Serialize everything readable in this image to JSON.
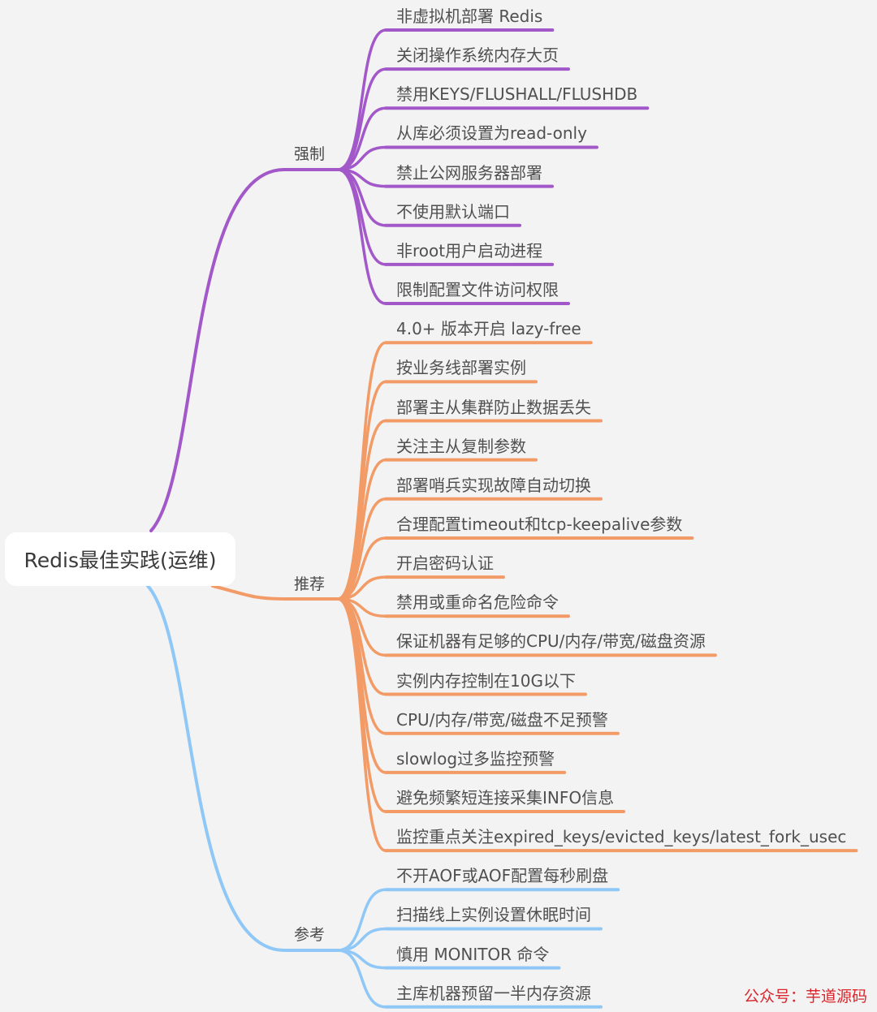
{
  "root": {
    "label": "Redis最佳实践(运维)"
  },
  "colors": {
    "mandatory": "#a358c9",
    "recommended": "#f29b66",
    "reference": "#8fc8f6",
    "background": "#f3f3f3",
    "watermark": "#d8262c"
  },
  "branches": [
    {
      "key": "mandatory",
      "label": "强制",
      "items": [
        "非虚拟机部署 Redis",
        "关闭操作系统内存大页",
        "禁用KEYS/FLUSHALL/FLUSHDB",
        "从库必须设置为read-only",
        "禁止公网服务器部署",
        "不使用默认端口",
        "非root用户启动进程",
        "限制配置文件访问权限"
      ]
    },
    {
      "key": "recommended",
      "label": "推荐",
      "items": [
        "4.0+ 版本开启 lazy-free",
        "按业务线部署实例",
        "部署主从集群防止数据丢失",
        "关注主从复制参数",
        "部署哨兵实现故障自动切换",
        "合理配置timeout和tcp-keepalive参数",
        "开启密码认证",
        "禁用或重命名危险命令",
        "保证机器有足够的CPU/内存/带宽/磁盘资源",
        "实例内存控制在10G以下",
        "CPU/内存/带宽/磁盘不足预警",
        "slowlog过多监控预警",
        "避免频繁短连接采集INFO信息",
        "监控重点关注expired_keys/evicted_keys/latest_fork_usec"
      ]
    },
    {
      "key": "reference",
      "label": "参考",
      "items": [
        "不开AOF或AOF配置每秒刷盘",
        "扫描线上实例设置休眠时间",
        "慎用 MONITOR 命令",
        "主库机器预留一半内存资源"
      ]
    }
  ],
  "watermark": "公众号：芋道源码"
}
